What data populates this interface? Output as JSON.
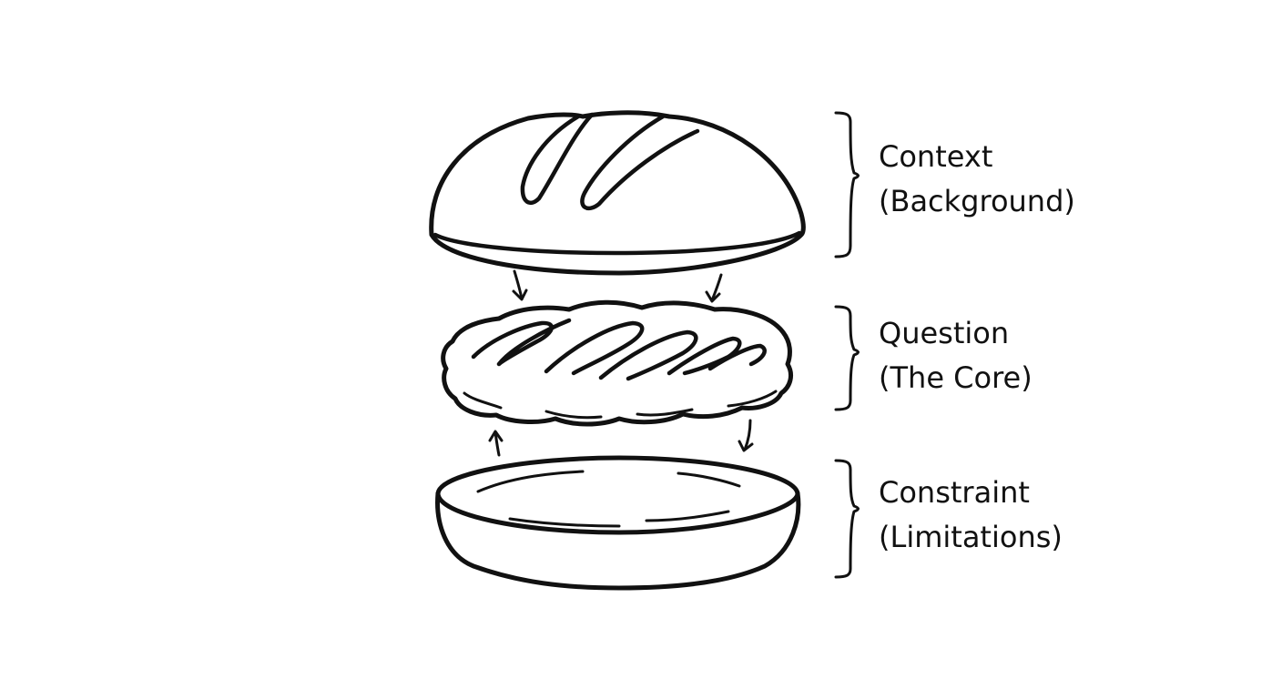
{
  "diagram": {
    "layers": [
      {
        "name": "Context",
        "detail": "(Background)",
        "illustration": "top-bun-icon"
      },
      {
        "name": "Question",
        "detail": "(The Core)",
        "illustration": "patty-icon"
      },
      {
        "name": "Constraint",
        "detail": "(Limitations)",
        "illustration": "bottom-bun-icon"
      }
    ]
  },
  "colors": {
    "ink": "#111111",
    "background": "#ffffff"
  }
}
